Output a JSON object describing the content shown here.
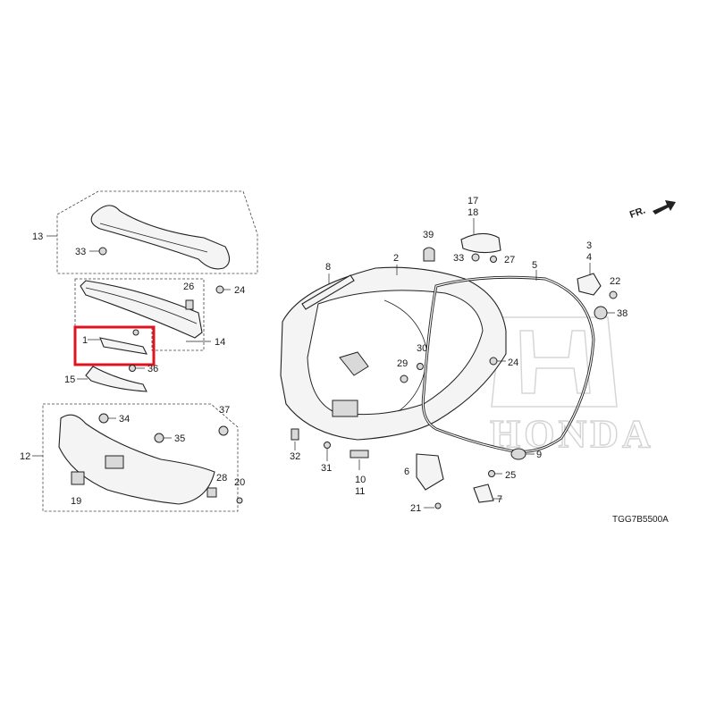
{
  "diagram_code": "TGG7B5500A",
  "direction_label": "FR.",
  "watermark_text": "HONDA",
  "highlight_color": "#e0141e",
  "callouts": {
    "c1": "1",
    "c2": "2",
    "c3": "3",
    "c4": "4",
    "c5": "5",
    "c6": "6",
    "c7": "7",
    "c8": "8",
    "c9": "9",
    "c10": "10",
    "c11": "11",
    "c12": "12",
    "c13": "13",
    "c14": "14",
    "c15": "15",
    "c17": "17",
    "c18": "18",
    "c19": "19",
    "c20": "20",
    "c21": "21",
    "c22": "22",
    "c24a": "24",
    "c24b": "24",
    "c25": "25",
    "c26": "26",
    "c27": "27",
    "c28": "28",
    "c29": "29",
    "c30": "30",
    "c31": "31",
    "c32": "32",
    "c33a": "33",
    "c33b": "33",
    "c34": "34",
    "c35": "35",
    "c36": "36",
    "c37": "37",
    "c38": "38",
    "c39": "39"
  }
}
